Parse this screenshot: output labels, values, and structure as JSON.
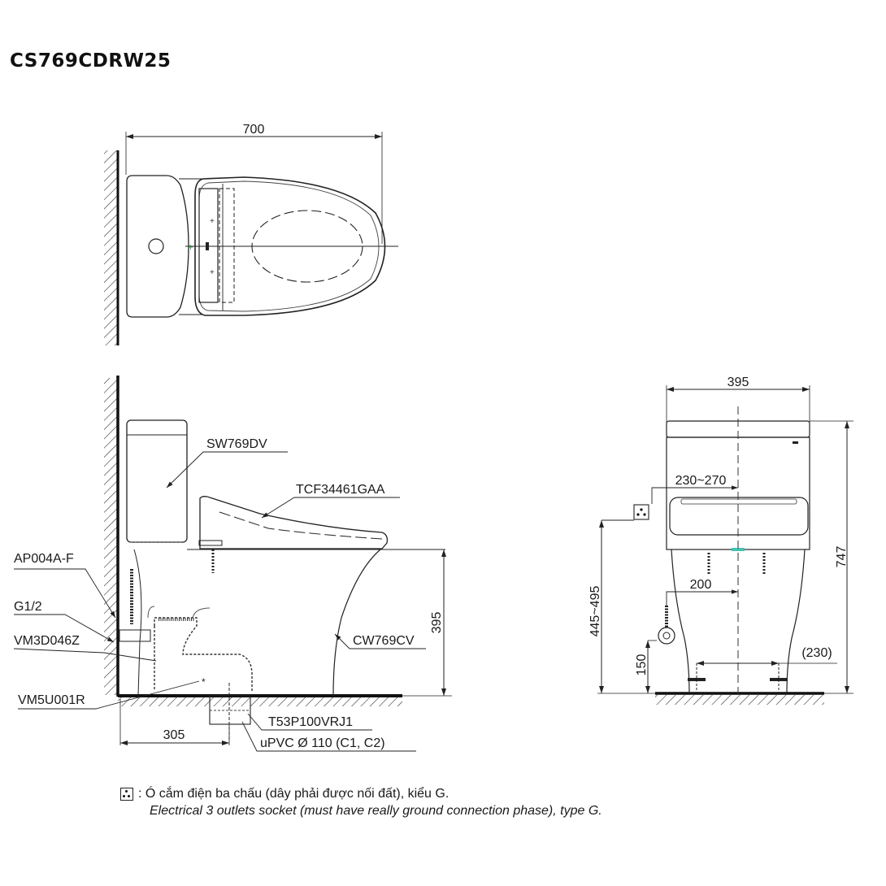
{
  "title": "CS769CDRW25",
  "top_view": {
    "dim_length": "700"
  },
  "side_view": {
    "labels": {
      "tank": "SW769DV",
      "seat": "TCF34461GAA",
      "bowl": "CW769CV",
      "valve": "AP004A-F",
      "thread": "G1/2",
      "hose": "VM3D046Z",
      "seal": "VM5U001R",
      "flange": "T53P100VRJ1",
      "pipe": "uPVC Ø 110 (C1, C2)"
    },
    "dim_height_seat": "395",
    "dim_rough_in": "305"
  },
  "front_view": {
    "dim_width": "395",
    "dim_height_total": "747",
    "dim_socket_offset": "230~270",
    "dim_socket_height": "445~495",
    "dim_supply_offset": "200",
    "dim_supply_height": "150",
    "dim_bolt_spacing": "(230)"
  },
  "legend": {
    "icon": "electrical-socket-icon",
    "vi_text": ": Ó cắm điện ba chấu (dây phải được nối đất), kiểu G.",
    "en_text": "Electrical 3 outlets socket (must have really ground connection phase), type G."
  },
  "colors": {
    "line": "#1a1a1a",
    "background": "#ffffff",
    "accent_green": "#2e9e3e"
  }
}
